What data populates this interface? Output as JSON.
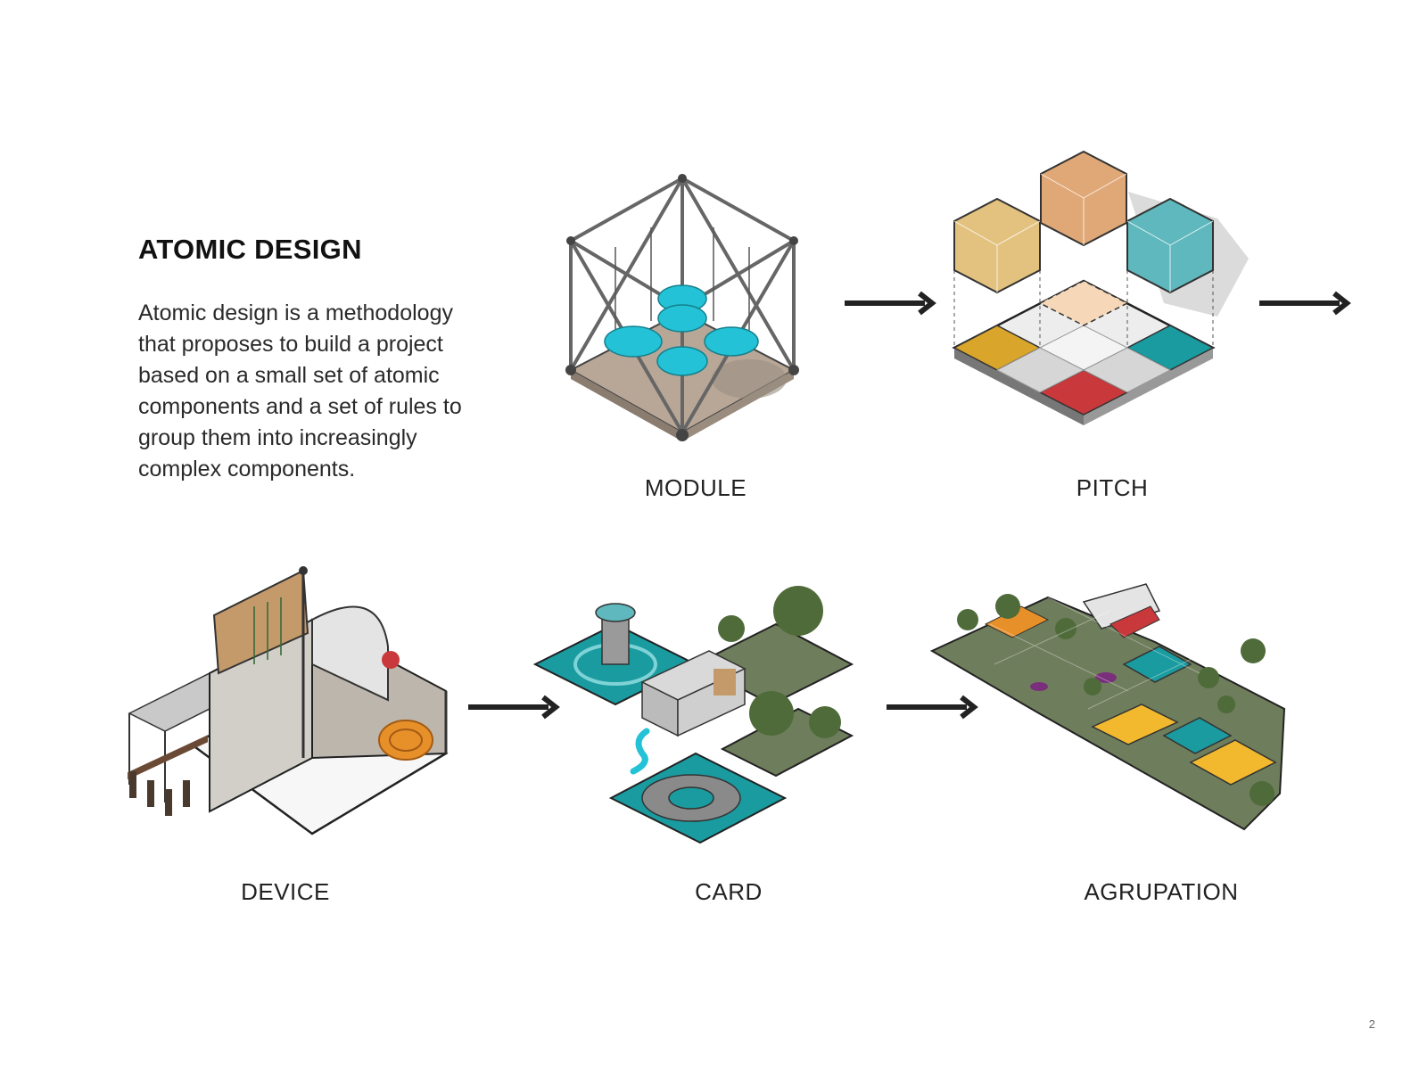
{
  "title": "ATOMIC DESIGN",
  "description": "Atomic design is a methodology that proposes to build a project based on a small set of atomic components and a set of rules to group them into increasingly complex components.",
  "stages": {
    "module": "MODULE",
    "pitch": "PITCH",
    "device": "DEVICE",
    "card": "CARD",
    "agrupation": "AGRUPATION"
  },
  "page_number": "2",
  "colors": {
    "cyan": "#23c2d6",
    "teal": "#1a9ba0",
    "mustard": "#d9a52b",
    "tan": "#e0a877",
    "red": "#c9383a",
    "yellow": "#f2b92e",
    "purple": "#7a2f7c",
    "grass": "#6e7d5b",
    "arrow": "#222222"
  }
}
